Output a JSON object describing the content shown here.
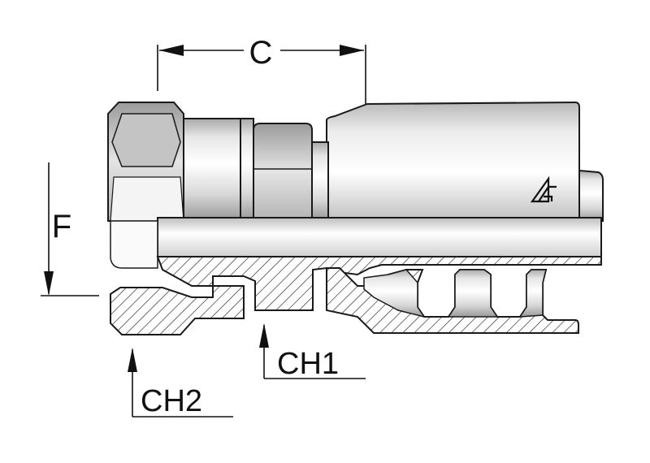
{
  "figure": {
    "dimension_labels": {
      "c": "C",
      "f": "F",
      "ch1": "CH1",
      "ch2": "CH2"
    },
    "logo_name": "manufacturer-logo-icon",
    "colors": {
      "metal_light": "#f2f2f2",
      "metal_mid": "#c9c9c9",
      "metal_dark": "#8e8e8e",
      "hatch": "#222222",
      "line": "#111111"
    }
  }
}
